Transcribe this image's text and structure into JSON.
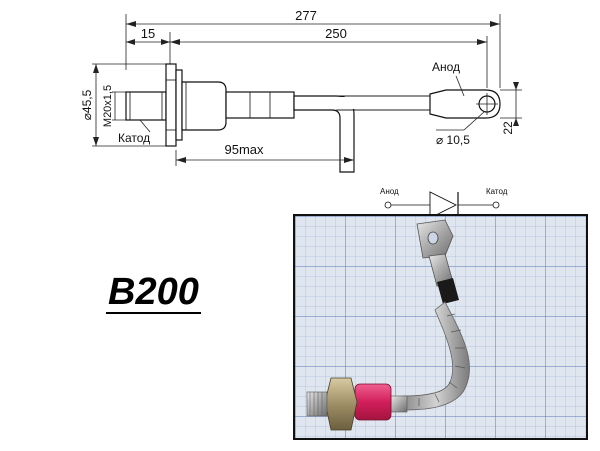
{
  "dimensions": {
    "total_length": "277",
    "stud_length": "15",
    "lead_length": "250",
    "diameter": "⌀45,5",
    "thread": "M20x1,5",
    "max_length": "95max",
    "hole_diameter": "⌀ 10,5",
    "lug_width": "22"
  },
  "labels": {
    "anode": "Анод",
    "cathode": "Катод"
  },
  "symbol": {
    "anode": "Анод",
    "cathode": "Катод"
  },
  "model": "B200",
  "colors": {
    "line": "#111111",
    "collar": "#d4245f",
    "grid": "#6a8cc8"
  }
}
